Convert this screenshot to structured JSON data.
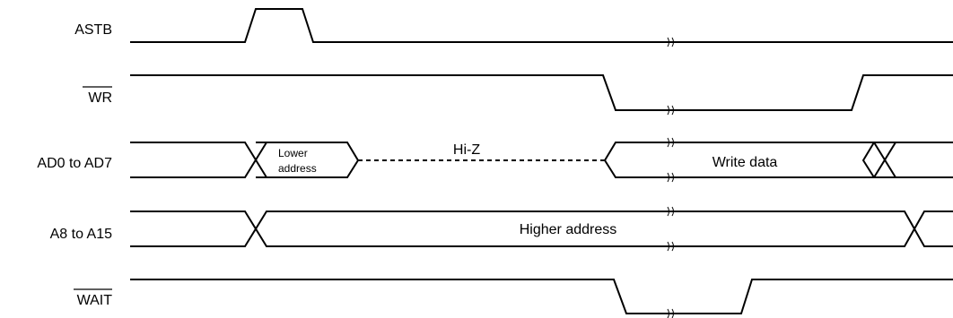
{
  "signals": {
    "astb": "ASTB",
    "wr": "WR",
    "ad": "AD0 to AD7",
    "a": "A8 to A15",
    "wait": "WAIT"
  },
  "bus_labels": {
    "lower_line1": "Lower",
    "lower_line2": "address",
    "hiz": "Hi-Z",
    "write_data": "Write data",
    "higher_address": "Higher address"
  }
}
